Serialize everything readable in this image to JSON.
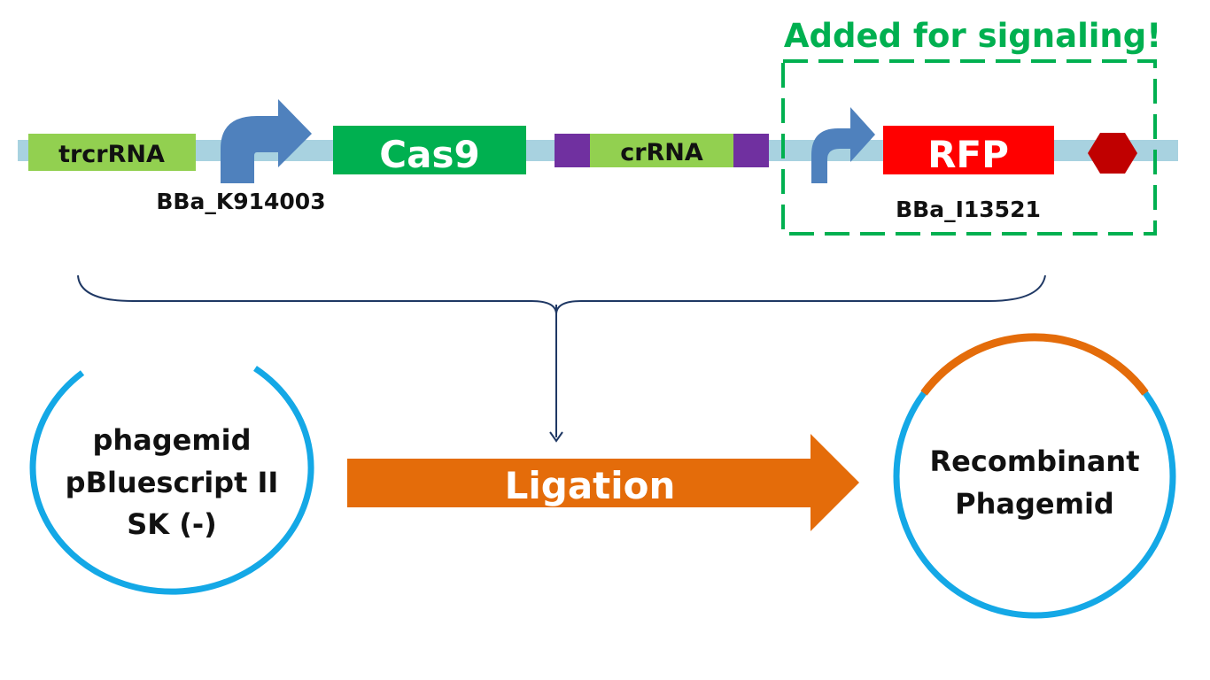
{
  "construct": {
    "parts": {
      "trcrRNA": "trcrRNA",
      "cas9": "Cas9",
      "crRNA": "crRNA",
      "rfp": "RFP"
    },
    "promoter_label_1": "BBa_K914003",
    "promoter_label_2": "BBa_I13521",
    "signaling_note": "Added for signaling!"
  },
  "vector": {
    "line1": "phagemid",
    "line2": "pBluescript II",
    "line3": "SK (-)"
  },
  "process": {
    "arrow_label": "Ligation"
  },
  "product": {
    "line1": "Recombinant",
    "line2": "Phagemid"
  },
  "colors": {
    "backbone": "#a8d2e0",
    "green_part": "#92d050",
    "cas9": "#00b050",
    "spacer": "#7030a0",
    "promoter_arrow": "#4f81bd",
    "rfp": "#ff0000",
    "terminator": "#c00000",
    "signaling_box": "#00b050",
    "brace": "#1f3864",
    "ligation_arrow": "#e46c0a",
    "plasmid": "#14a8e6",
    "insert": "#e46c0a"
  }
}
